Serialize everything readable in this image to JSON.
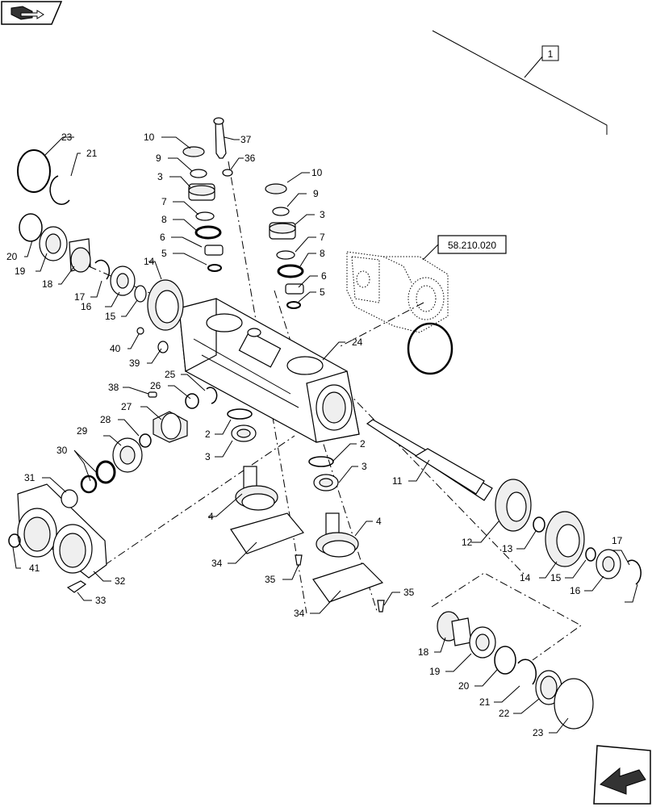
{
  "callouts": [
    {
      "id": "c-1",
      "text": "1"
    },
    {
      "id": "c-10a",
      "text": "10"
    },
    {
      "id": "c-9a",
      "text": "9"
    },
    {
      "id": "c-3a",
      "text": "3"
    },
    {
      "id": "c-7a",
      "text": "7"
    },
    {
      "id": "c-8a",
      "text": "8"
    },
    {
      "id": "c-6a",
      "text": "6"
    },
    {
      "id": "c-5a",
      "text": "5"
    },
    {
      "id": "c-37",
      "text": "37"
    },
    {
      "id": "c-36",
      "text": "36"
    },
    {
      "id": "c-10b",
      "text": "10"
    },
    {
      "id": "c-9b",
      "text": "9"
    },
    {
      "id": "c-3b",
      "text": "3"
    },
    {
      "id": "c-7b",
      "text": "7"
    },
    {
      "id": "c-8b",
      "text": "8"
    },
    {
      "id": "c-6b",
      "text": "6"
    },
    {
      "id": "c-5b",
      "text": "5"
    },
    {
      "id": "c-23a",
      "text": "23"
    },
    {
      "id": "c-21a",
      "text": "21"
    },
    {
      "id": "c-20a",
      "text": "20"
    },
    {
      "id": "c-19a",
      "text": "19"
    },
    {
      "id": "c-18a",
      "text": "18"
    },
    {
      "id": "c-17a",
      "text": "17"
    },
    {
      "id": "c-16a",
      "text": "16"
    },
    {
      "id": "c-15a",
      "text": "15"
    },
    {
      "id": "c-14a",
      "text": "14"
    },
    {
      "id": "c-40",
      "text": "40"
    },
    {
      "id": "c-39",
      "text": "39"
    },
    {
      "id": "c-24",
      "text": "24"
    },
    {
      "id": "c-38",
      "text": "38"
    },
    {
      "id": "c-26",
      "text": "26"
    },
    {
      "id": "c-25",
      "text": "25"
    },
    {
      "id": "c-27",
      "text": "27"
    },
    {
      "id": "c-28",
      "text": "28"
    },
    {
      "id": "c-29",
      "text": "29"
    },
    {
      "id": "c-30",
      "text": "30"
    },
    {
      "id": "c-31",
      "text": "31"
    },
    {
      "id": "c-41",
      "text": "41"
    },
    {
      "id": "c-32",
      "text": "32"
    },
    {
      "id": "c-33",
      "text": "33"
    },
    {
      "id": "c-2a",
      "text": "2"
    },
    {
      "id": "c-3c",
      "text": "3"
    },
    {
      "id": "c-4a",
      "text": "4"
    },
    {
      "id": "c-34a",
      "text": "34"
    },
    {
      "id": "c-35a",
      "text": "35"
    },
    {
      "id": "c-2b",
      "text": "2"
    },
    {
      "id": "c-3d",
      "text": "3"
    },
    {
      "id": "c-4b",
      "text": "4"
    },
    {
      "id": "c-34b",
      "text": "34"
    },
    {
      "id": "c-35b",
      "text": "35"
    },
    {
      "id": "c-11",
      "text": "11"
    },
    {
      "id": "c-12",
      "text": "12"
    },
    {
      "id": "c-13",
      "text": "13"
    },
    {
      "id": "c-14b",
      "text": "14"
    },
    {
      "id": "c-15b",
      "text": "15"
    },
    {
      "id": "c-16b",
      "text": "16"
    },
    {
      "id": "c-17b",
      "text": "17"
    },
    {
      "id": "c-18b",
      "text": "18"
    },
    {
      "id": "c-19b",
      "text": "19"
    },
    {
      "id": "c-20b",
      "text": "20"
    },
    {
      "id": "c-21b",
      "text": "21"
    },
    {
      "id": "c-22",
      "text": "22"
    },
    {
      "id": "c-23b",
      "text": "23"
    }
  ],
  "reference_box": "58.210.020",
  "icons": {
    "top_left": "book-page-nav-icon",
    "bottom_right": "next-page-arrow-icon"
  }
}
